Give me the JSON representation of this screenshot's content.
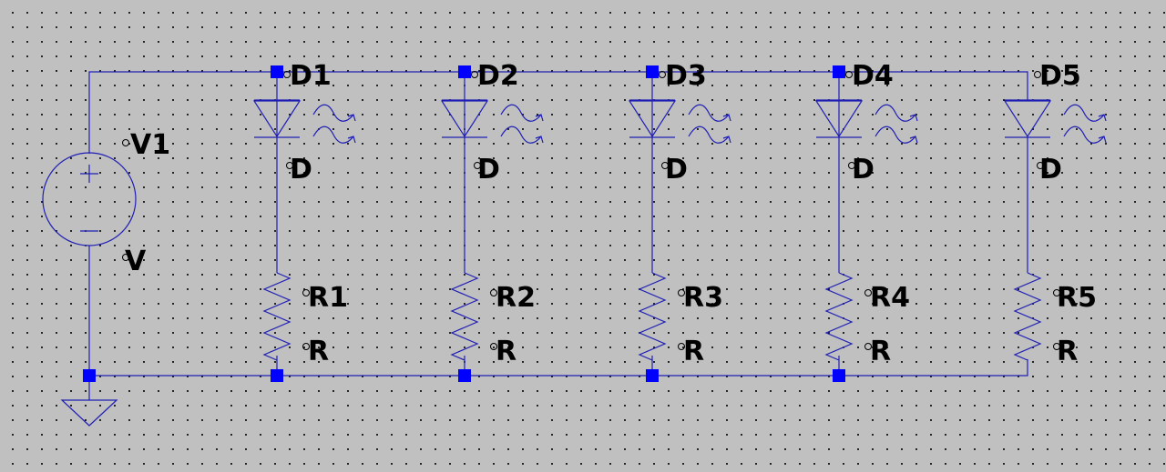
{
  "schematic": {
    "source": {
      "name": "V1",
      "value": "V",
      "icon": "voltage-source-icon"
    },
    "diodes": [
      {
        "name": "D1",
        "model": "D"
      },
      {
        "name": "D2",
        "model": "D"
      },
      {
        "name": "D3",
        "model": "D"
      },
      {
        "name": "D4",
        "model": "D"
      },
      {
        "name": "D5",
        "model": "D"
      }
    ],
    "resistors": [
      {
        "name": "R1",
        "value": "R"
      },
      {
        "name": "R2",
        "value": "R"
      },
      {
        "name": "R3",
        "value": "R"
      },
      {
        "name": "R4",
        "value": "R"
      },
      {
        "name": "R5",
        "value": "R"
      }
    ],
    "ground": {
      "icon": "ground-icon"
    },
    "colors": {
      "background": "#c0c0c0",
      "wire": "#1f1fb4",
      "junction": "#0000ff",
      "text": "#000000"
    }
  }
}
